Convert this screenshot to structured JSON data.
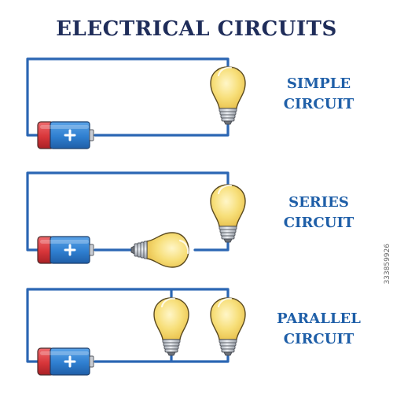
{
  "title": "ELECTRICAL CIRCUITS",
  "circuits": [
    {
      "name_line1": "SIMPLE",
      "name_line2": "CIRCUIT"
    },
    {
      "name_line1": "SERIES",
      "name_line2": "CIRCUIT"
    },
    {
      "name_line1": "PARALLEL",
      "name_line2": "CIRCUIT"
    }
  ],
  "stock_id": "333859926",
  "colors": {
    "title": "#1f2d5a",
    "label": "#1f5fa8",
    "wire": "#2b66b3",
    "battery_blue": "#2f7fd0",
    "battery_red": "#d8363a",
    "bulb_glass": "#f5d86a",
    "bulb_base": "#c9cdd4"
  },
  "icons": [
    "battery-icon",
    "light-bulb-icon",
    "plus-sign-icon"
  ]
}
